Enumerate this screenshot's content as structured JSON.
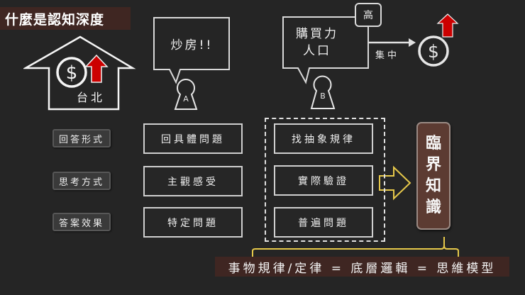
{
  "title": "什麼是認知深度",
  "house": {
    "label": "台北",
    "icons": [
      "dollar-coin-icon",
      "red-up-arrow-icon"
    ]
  },
  "person_a": {
    "badge": "A",
    "speech": "炒房!!"
  },
  "person_b": {
    "badge": "B",
    "speech_line1": "購買力",
    "speech_line2": "人口",
    "high_badge": "高",
    "arrow_label": "集中",
    "icons": [
      "dollar-coin-icon",
      "red-up-arrow-icon"
    ]
  },
  "rows": [
    {
      "label": "回答形式",
      "a": "回具體問題",
      "b": "找抽象規律"
    },
    {
      "label": "思考方式",
      "a": "主觀感受",
      "b": "實際驗證"
    },
    {
      "label": "答案效果",
      "a": "特定問題",
      "b": "普遍問題"
    }
  ],
  "critical_knowledge": [
    "臨",
    "界",
    "知",
    "識"
  ],
  "formula": "事物規律/定律 = 底層邏輯 = 思維模型",
  "colors": {
    "background": "#252525",
    "title_bg": "#3f2622",
    "critical_bg": "#5c3b32",
    "accent_yellow": "#e6c84a",
    "arrow_red": "#cc0000"
  }
}
